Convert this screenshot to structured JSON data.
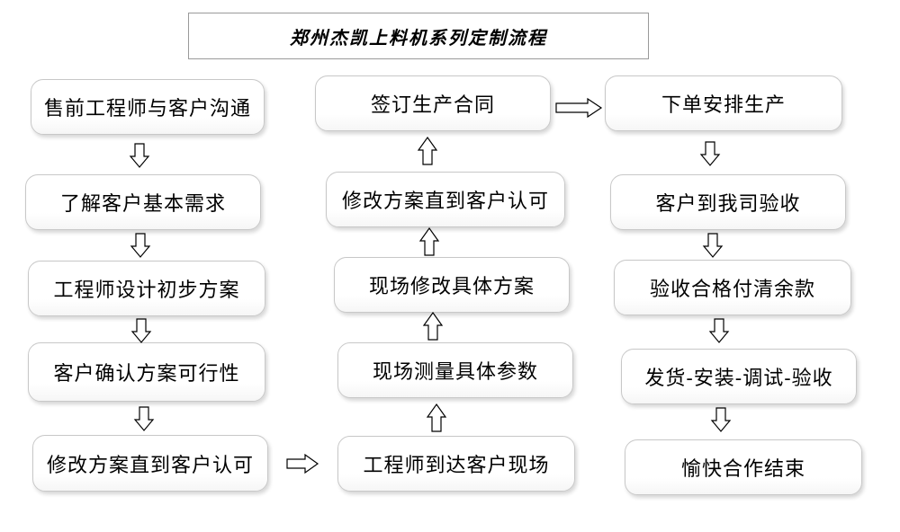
{
  "title": "郑州杰凯上料机系列定制流程",
  "column_left": [
    "售前工程师与客户沟通",
    "了解客户基本需求",
    "工程师设计初步方案",
    "客户确认方案可行性",
    "修改方案直到客户认可"
  ],
  "column_middle": [
    "签订生产合同",
    "修改方案直到客户认可",
    "现场修改具体方案",
    "现场测量具体参数",
    "工程师到达客户现场"
  ],
  "column_right": [
    "下单安排生产",
    "客户到我司验收",
    "验收合格付清余款",
    "发货-安装-调试-验收",
    "愉快合作结束"
  ]
}
